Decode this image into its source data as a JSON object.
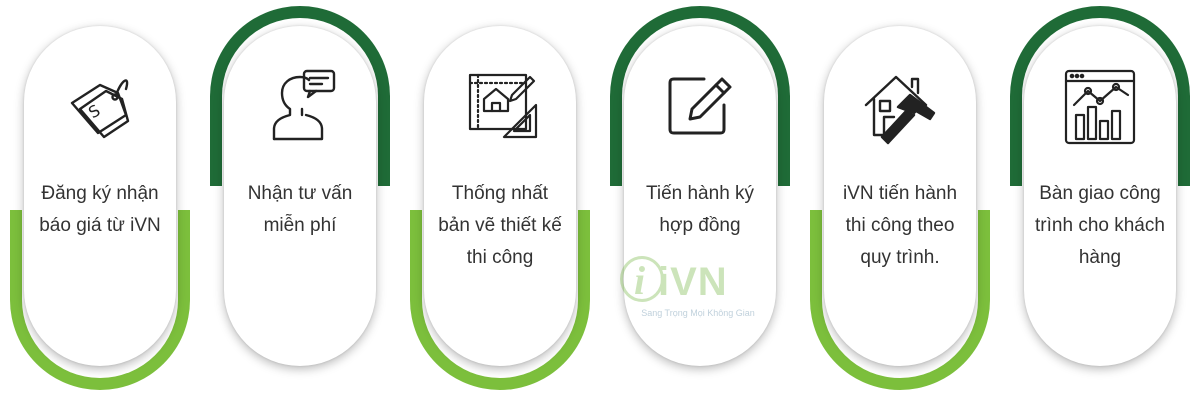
{
  "steps": [
    {
      "label": "Đăng ký nhận báo giá từ iVN",
      "icon": "price-tag-icon",
      "arch": "bottom"
    },
    {
      "label": "Nhận tư vấn miễn phí",
      "icon": "consultation-icon",
      "arch": "top"
    },
    {
      "label": "Thống nhất bản vẽ thiết kế thi công",
      "icon": "blueprint-icon",
      "arch": "bottom"
    },
    {
      "label": "Tiến hành ký hợp đồng",
      "icon": "edit-contract-icon",
      "arch": "top"
    },
    {
      "label": "iVN tiến hành thi công theo quy trình.",
      "icon": "construction-hammer-icon",
      "arch": "bottom"
    },
    {
      "label": "Bàn giao công trình cho khách hàng",
      "icon": "handover-report-icon",
      "arch": "top"
    }
  ],
  "watermark": {
    "brand": "iVN",
    "tagline": "Sang Trọng Mọi Không Gian"
  },
  "colors": {
    "dark_green": "#1f6b37",
    "light_green": "#7cbf3c",
    "text": "#333333"
  }
}
